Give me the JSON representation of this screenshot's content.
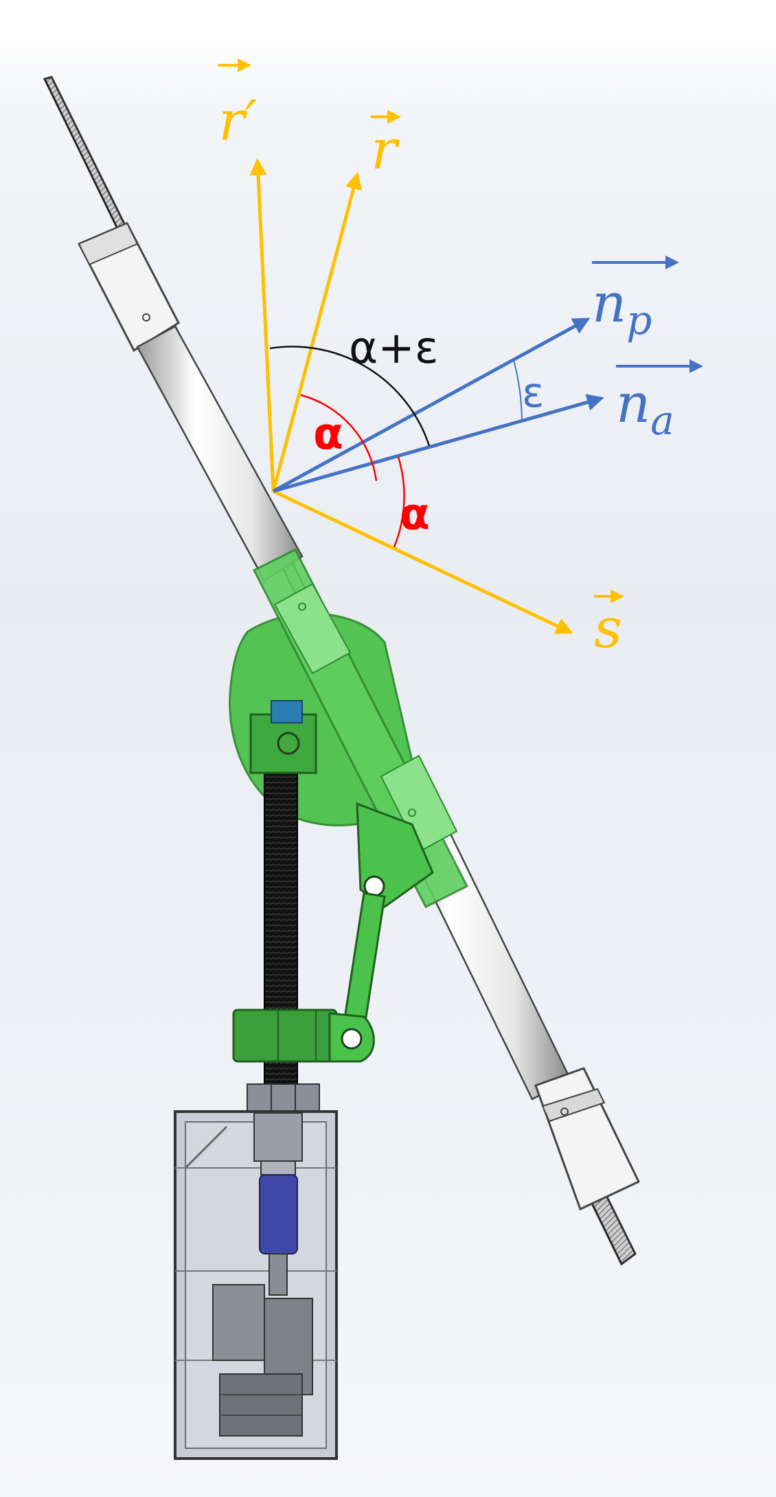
{
  "colors": {
    "yellow": "#ffc000",
    "blue": "#4472c4",
    "red": "#ff0000",
    "black": "#111111",
    "green": "#4bc24b",
    "dark_green": "#2f8a2f",
    "panel": "#bdbdbd",
    "tube": "#f4f4f4",
    "box": "#c9ccd6",
    "motor": "#4048a8"
  },
  "vectors": {
    "r_prime": "r′",
    "r": "r",
    "n_p_base": "n",
    "n_p_sub": "p",
    "n_a_base": "n",
    "n_a_sub": "a",
    "s": "s"
  },
  "angles": {
    "alpha_epsilon": "α+ε",
    "alpha_upper": "α",
    "alpha_lower": "α",
    "epsilon": "ε"
  }
}
